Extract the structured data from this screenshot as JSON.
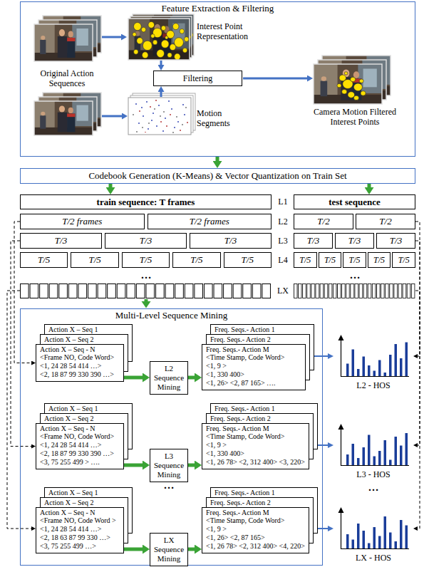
{
  "diagram": {
    "nodes": [
      {
        "text": [
          "Feature Extraction & Filtering"
        ]
      },
      {
        "text": [
          "Filtering"
        ],
        "in": 0
      },
      {
        "text": [
          "Codebook Generation (K-Means) & Vector Quantization on Train Set"
        ]
      },
      {
        "text": [
          "train sequence: T frames"
        ]
      },
      {
        "text": [
          "test sequence"
        ]
      },
      {
        "text": [
          "T/2 frames"
        ]
      },
      {
        "text": [
          "T/2 frames"
        ]
      },
      {
        "text": [
          "T/2"
        ]
      },
      {
        "text": [
          "T/2"
        ]
      },
      {
        "text": [
          "T/3"
        ]
      },
      {
        "text": [
          "T/3"
        ]
      },
      {
        "text": [
          "T/3"
        ]
      },
      {
        "text": [
          "T/3"
        ]
      },
      {
        "text": [
          "T/3"
        ]
      },
      {
        "text": [
          "T/3"
        ]
      },
      {
        "text": [
          "T/5"
        ]
      },
      {
        "text": [
          "T/5"
        ]
      },
      {
        "text": [
          "T/5"
        ]
      },
      {
        "text": [
          "T/5"
        ]
      },
      {
        "text": [
          "T/5"
        ]
      },
      {
        "text": [
          "T/5"
        ]
      },
      {
        "text": [
          "T/5"
        ]
      },
      {
        "text": [
          "T/5"
        ]
      },
      {
        "text": [
          "T/5"
        ]
      },
      {
        "text": [
          "T/5"
        ]
      },
      {
        "text": [
          "Multi-Level Sequence Mining"
        ]
      },
      {
        "text": [
          "Action X – Seq 1"
        ],
        "in": 25
      },
      {
        "text": [
          "Action X – Seq 2"
        ],
        "in": 25
      },
      {
        "text": [
          "Action X – Seq - N",
          "<Frame NO, Code Word>",
          "<1, 24 28 54 414 …>",
          "<2, 18 87 99 330 390 …>"
        ],
        "in": 25
      },
      {
        "text": [
          "L2 Sequence Mining"
        ],
        "in": 25
      },
      {
        "text": [
          "Freq. Seqs.- Action 1"
        ],
        "in": 25
      },
      {
        "text": [
          "Freq. Seqs.- Action 2"
        ],
        "in": 25
      },
      {
        "text": [
          "Freq. Seqs.- Action M",
          "<Time Stamp, Code Word>",
          "<1, 9 >",
          "<1, 330 400>",
          "<1, 26> <2, 87 165> …."
        ],
        "in": 25
      },
      {
        "text": [
          "Action X – Seq 1"
        ],
        "in": 25
      },
      {
        "text": [
          "Action X – Seq 2"
        ],
        "in": 25
      },
      {
        "text": [
          "Action X – Seq - N",
          "<Frame NO, Code Word>",
          "<1, 24 28 54 414 …>",
          "<2, 18 87 99 330 390 …>",
          "<3, 75 255 499 > …."
        ],
        "in": 25
      },
      {
        "text": [
          "L3 Sequence Mining"
        ],
        "in": 25
      },
      {
        "text": [
          "Freq. Seqs.- Action 1"
        ],
        "in": 25
      },
      {
        "text": [
          "Freq. Seqs.- Action 2"
        ],
        "in": 25
      },
      {
        "text": [
          "Freq. Seqs.- Action M",
          "<Time Stamp, Code Word>",
          "<1, 9 >",
          "<1, 330 400>",
          "<1, 26 78> <2, 312 400> <3, 220>"
        ],
        "in": 25
      },
      {
        "text": [
          "Action X – Seq 1"
        ],
        "in": 25
      },
      {
        "text": [
          "Action X – Seq 2"
        ],
        "in": 25
      },
      {
        "text": [
          "Action X – Seq - N",
          "<Frame NO, Code Word >",
          "<1, 24 28 54 414 …>",
          "<2, 18 63 87 99 330 …>",
          "<3, 75 255 499 …>"
        ],
        "in": 25
      },
      {
        "text": [
          "LX Sequence Mining"
        ],
        "in": 25
      },
      {
        "text": [
          "Freq. Seqs.- Action 1"
        ],
        "in": 25
      },
      {
        "text": [
          "Freq. Seqs.- Action 2"
        ],
        "in": 25
      },
      {
        "text": [
          "Freq. Seqs.- Action M",
          "<Time Stamp, Code Word>",
          "<1, 9 >",
          "<1, 26> <2, 87 165>",
          "<1, 26 78> <2, 312 400> <4, 220>"
        ],
        "in": 25
      },
      {
        "text": [
          "L2 - HOS"
        ]
      },
      {
        "text": [
          "L3 - HOS"
        ]
      },
      {
        "text": [
          "LX - HOS"
        ]
      }
    ],
    "edges": [
      {
        "from": 0,
        "to": 2,
        "arrow": "to"
      },
      {
        "from": 2,
        "to": 3,
        "arrow": "to"
      },
      {
        "from": 2,
        "to": 4,
        "arrow": "to"
      },
      {
        "from": 5,
        "to": 28,
        "arrow": "to"
      },
      {
        "from": 9,
        "to": 35,
        "arrow": "to"
      },
      {
        "from": 8,
        "to": 47,
        "arrow": "to"
      },
      {
        "from": 14,
        "to": 48,
        "arrow": "to"
      },
      {
        "from": 28,
        "to": 29,
        "arrow": "to"
      },
      {
        "from": 29,
        "to": 32,
        "arrow": "to"
      },
      {
        "from": 32,
        "to": 47,
        "arrow": "to"
      },
      {
        "from": 35,
        "to": 36,
        "arrow": "to"
      },
      {
        "from": 36,
        "to": 39,
        "arrow": "to"
      },
      {
        "from": 39,
        "to": 48,
        "arrow": "to"
      },
      {
        "from": 42,
        "to": 43,
        "arrow": "to"
      },
      {
        "from": 43,
        "to": 46,
        "arrow": "to"
      },
      {
        "from": 46,
        "to": 49,
        "arrow": "to"
      }
    ],
    "labels": [
      "Original Action Sequences",
      "Interest Point Representation",
      "Motion Segments",
      "Camera Motion Filtered Interest Points",
      "L1",
      "L2",
      "L3",
      "L4",
      "…",
      "…",
      "LX",
      "…",
      "…"
    ]
  }
}
